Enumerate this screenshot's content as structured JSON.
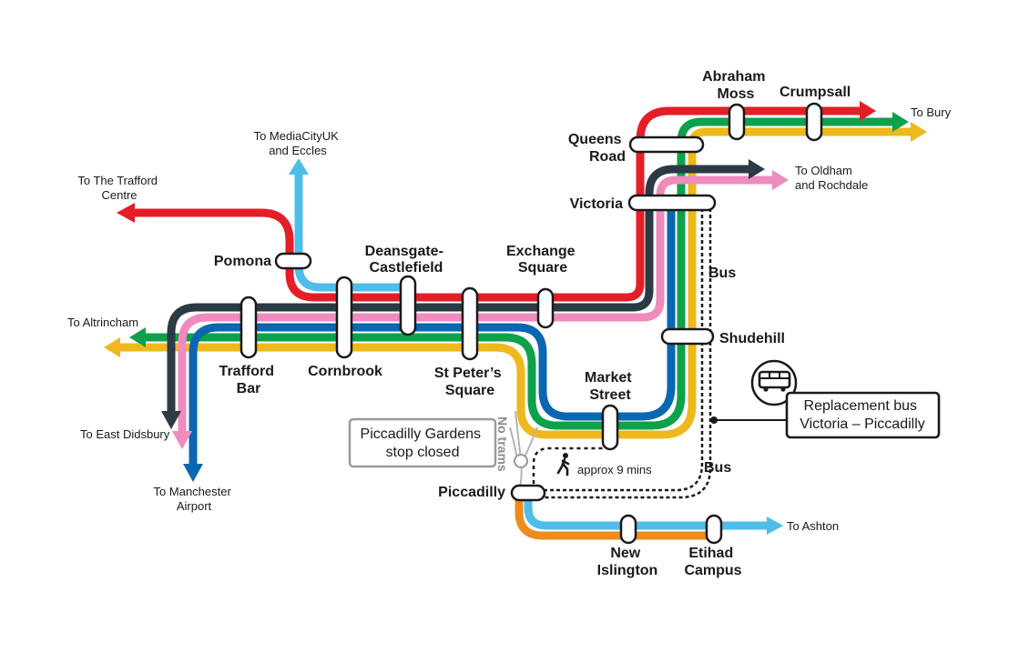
{
  "colors": {
    "red": "#e41e26",
    "light_blue": "#4fbde9",
    "green": "#0ea14b",
    "yellow": "#efb81d",
    "dark_slate": "#2c3a46",
    "pink": "#ef8bbd",
    "blue": "#0b67b1",
    "orange": "#ee8b1f"
  },
  "stations": {
    "abraham_moss": [
      "Abraham",
      "Moss"
    ],
    "crumpsall": "Crumpsall",
    "queens_road": [
      "Queens",
      "Road"
    ],
    "victoria": "Victoria",
    "pomona": "Pomona",
    "deansgate": [
      "Deansgate-",
      "Castlefield"
    ],
    "exchange_square": [
      "Exchange",
      "Square"
    ],
    "trafford_bar": [
      "Trafford",
      "Bar"
    ],
    "cornbrook": "Cornbrook",
    "st_peters": [
      "St Peter’s",
      "Square"
    ],
    "market_street": [
      "Market",
      "Street"
    ],
    "shudehill": "Shudehill",
    "piccadilly": "Piccadilly",
    "new_islington": [
      "New",
      "Islington"
    ],
    "etihad_campus": [
      "Etihad",
      "Campus"
    ]
  },
  "destinations": {
    "bury": "To Bury",
    "oldham": [
      "To Oldham",
      "and Rochdale"
    ],
    "mediacity": [
      "To MediaCityUK",
      "and Eccles"
    ],
    "trafford_centre": [
      "To The Trafford",
      "Centre"
    ],
    "altrincham": "To Altrincham",
    "east_didsbury": "To East Didsbury",
    "airport": [
      "To Manchester",
      "Airport"
    ],
    "ashton": "To Ashton"
  },
  "notices": {
    "closed": [
      "Piccadilly Gardens",
      "stop closed"
    ],
    "no_trams": "No trams",
    "walk": "approx 9 mins",
    "bus_upper": "Bus",
    "bus_lower": "Bus",
    "replacement": [
      "Replacement bus",
      "Victoria – Piccadilly"
    ]
  },
  "icons": {
    "bus": "bus-icon",
    "walk": "pedestrian-icon"
  }
}
